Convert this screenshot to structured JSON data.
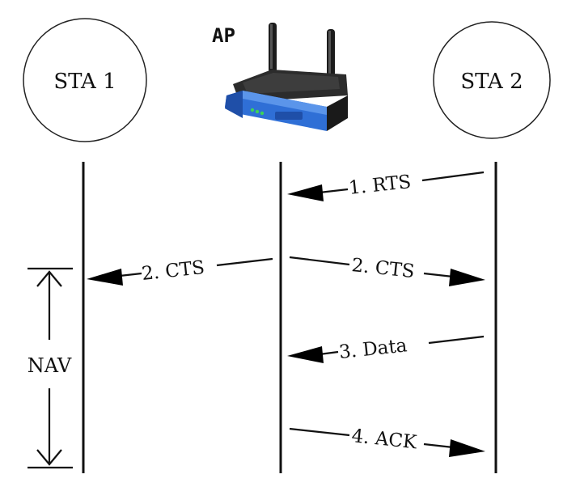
{
  "nodes": {
    "sta1": "STA 1",
    "ap": "AP",
    "sta2": "STA 2"
  },
  "messages": {
    "rts": "1. RTS",
    "cts_left": "2. CTS",
    "cts_right": "2. CTS",
    "data": "3. Data",
    "ack": "4. ACK"
  },
  "nav_label": "NAV",
  "icons": {
    "router": "wireless-router-icon"
  },
  "colors": {
    "router_body": "#2a2a2a",
    "router_panel": "#2f6fd6",
    "router_led": "#3cd25a"
  }
}
